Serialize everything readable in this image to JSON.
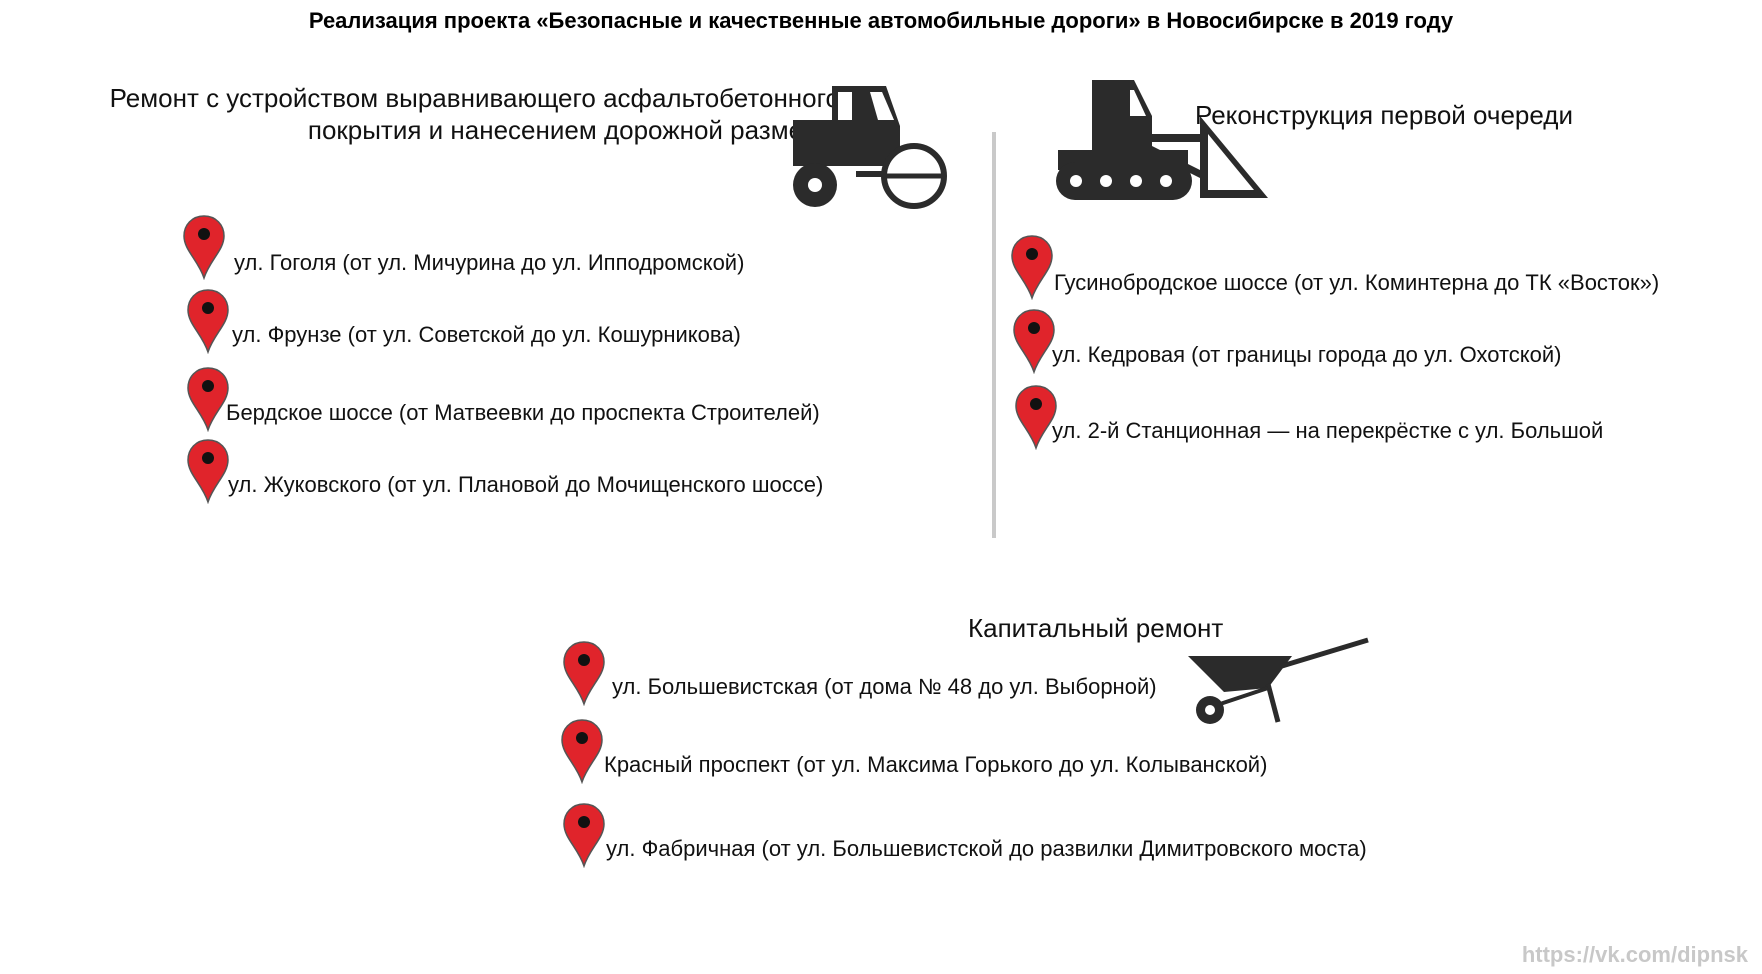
{
  "title": "Реализация проекта «Безопасные и качественные автомобильные дороги» в Новосибирске в 2019 году",
  "sections": {
    "repair": {
      "heading_line1": "Ремонт с устройством выравнивающего асфальтобетонного",
      "heading_line2": "покрытия и нанесением дорожной разметки",
      "icon": "road-roller-icon",
      "items": [
        "ул. Гоголя (от ул. Мичурина до ул. Ипподромской)",
        "ул. Фрунзе (от ул. Советской до ул. Кошурникова)",
        "Бердское шоссе (от Матвеевки до проспекта Строителей)",
        "ул. Жуковского (от ул. Плановой до Мочищенского шоссе)"
      ]
    },
    "reconstruction": {
      "heading": "Реконструкция первой очереди",
      "icon": "bulldozer-icon",
      "items": [
        "Гусинобродское шоссе (от ул. Коминтерна до ТК «Восток»)",
        "ул. Кедровая (от границы города до ул. Охотской)",
        "ул. 2-й Станционная — на перекрёстке с ул. Большой"
      ]
    },
    "capital": {
      "heading": "Капитальный ремонт",
      "icon": "wheelbarrow-icon",
      "items": [
        "ул. Большевистская (от дома № 48 до ул. Выборной)",
        "Красный проспект (от ул. Максима Горького до ул. Колыванской)",
        "ул. Фабричная (от ул. Большевистской до развилки Димитровского моста)"
      ]
    }
  },
  "marker_icon": "map-pin-icon",
  "colors": {
    "pin": "#e0242b",
    "icon": "#2b2b2b",
    "divider": "#c9c9c9",
    "watermark": "#c8c8c8"
  },
  "watermark": "https://vk.com/dipnsk"
}
